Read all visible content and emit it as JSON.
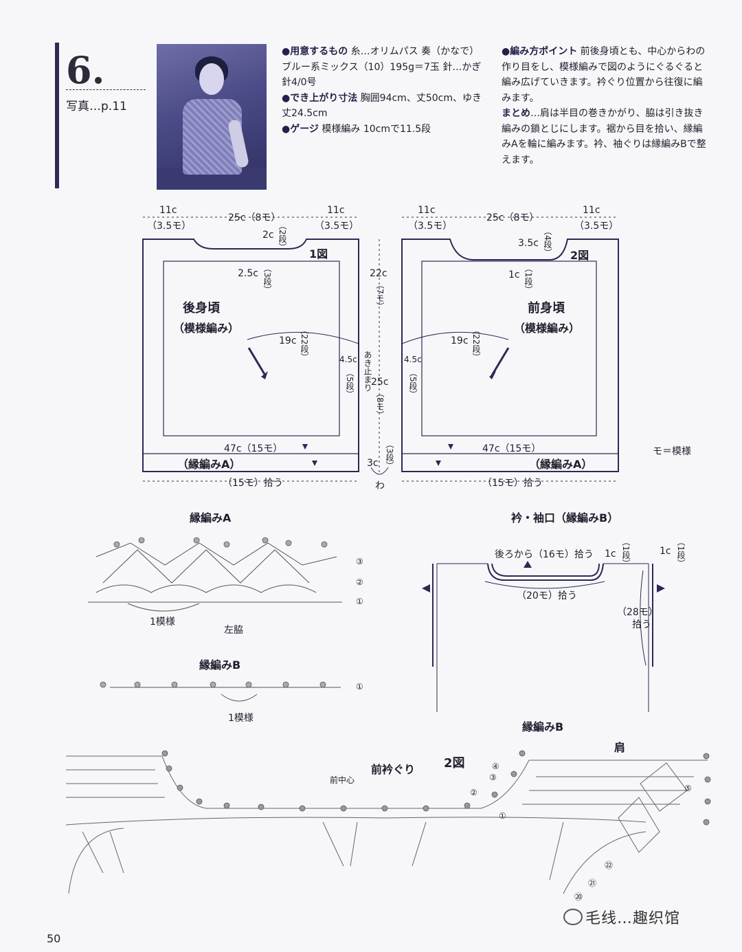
{
  "header": {
    "pattern_number": "6.",
    "photo_ref": "写真…p.11"
  },
  "materials": {
    "label": "●用意するもの",
    "text": "糸…オリムパス 奏（かなで） ブルー系ミックス（10）195g＝7玉 針…かぎ針4/0号",
    "size_label": "●でき上がり寸法",
    "size_text": "胸囲94cm、丈50cm、ゆき丈24.5cm",
    "gauge_label": "●ゲージ",
    "gauge_text": "模様編み 10cmで11.5段"
  },
  "points": {
    "label": "●編み方ポイント",
    "text": "前後身頃とも、中心からわの作り目をし、模様編みで図のようにぐるぐると編み広げていきます。衿ぐり位置から往復に編みます。",
    "finish_label": "まとめ",
    "finish_text": "…肩は半目の巻きかがり、脇は引き抜き編みの鎖とじにします。裾から目を拾い、縁編みAを輪に編みます。衿、袖ぐりは縁編みBで整えます。"
  },
  "diagram": {
    "back": {
      "title": "後身頃",
      "subtitle": "（模様編み）",
      "fig": "1図",
      "top_left": "11c",
      "top_left_sub": "（3.5モ）",
      "top_mid": "25c（8モ）",
      "top_right": "11c",
      "top_right_sub": "（3.5モ）",
      "neck_a": "2c",
      "neck_a_rows": "（2段）",
      "neck_b": "2.5c",
      "neck_b_rows": "（3段）",
      "center": "19c",
      "center_rows": "（22段）",
      "side": "4.5c",
      "side_rows": "（5段）",
      "bottom": "47c（15モ）",
      "edging": "（縁編みA）",
      "pickup": "（15モ）拾う"
    },
    "front": {
      "title": "前身頃",
      "subtitle": "（模様編み）",
      "fig": "2図",
      "top_left": "11c",
      "top_left_sub": "（3.5モ）",
      "top_mid": "25c（8モ）",
      "top_right": "11c",
      "top_right_sub": "（3.5モ）",
      "neck_a": "3.5c",
      "neck_a_rows": "（4段）",
      "neck_b": "1c",
      "neck_b_rows": "（1段）",
      "center": "19c",
      "center_rows": "（22段）",
      "side": "4.5c",
      "side_rows": "（5段）",
      "bottom": "47c（15モ）",
      "edging": "（縁編みA）",
      "pickup": "（15モ）拾う"
    },
    "middle": {
      "upper": "22c",
      "upper_rows": "（7モ）",
      "opening": "あき止まり",
      "lower": "25c",
      "lower_rows": "（8モ）",
      "edge": "3c",
      "edge_rows": "（3段）",
      "wa": "わ"
    },
    "legend": "モ＝模様"
  },
  "edging_a": {
    "title": "縁編みA",
    "rows": [
      "③",
      "②",
      "①"
    ],
    "repeat": "1模様",
    "side": "左脇"
  },
  "neck_sleeve": {
    "title": "衿・袖口（縁編みB）",
    "back_pickup": "後ろから（16モ）拾う",
    "front_pickup": "（20モ）拾う",
    "neck_rows": "1c",
    "neck_rows_sub": "（1段）",
    "sleeve_rows": "1c",
    "sleeve_rows_sub": "（1段）",
    "sleeve_pickup": "（28モ）",
    "sleeve_pickup_sub": "拾う"
  },
  "edging_b": {
    "title": "縁編みB",
    "rows": [
      "①"
    ],
    "repeat": "1模様"
  },
  "chart": {
    "label_edging": "縁編みB",
    "neck": "前衿ぐり",
    "fig": "2図",
    "center": "前中心",
    "shoulder": "肩",
    "row_marks": [
      "①",
      "②",
      "③",
      "④",
      "⑤",
      "㉒",
      "㉑",
      "⑳"
    ]
  },
  "footer": {
    "page": "50",
    "watermark": "毛线…趣织馆"
  }
}
